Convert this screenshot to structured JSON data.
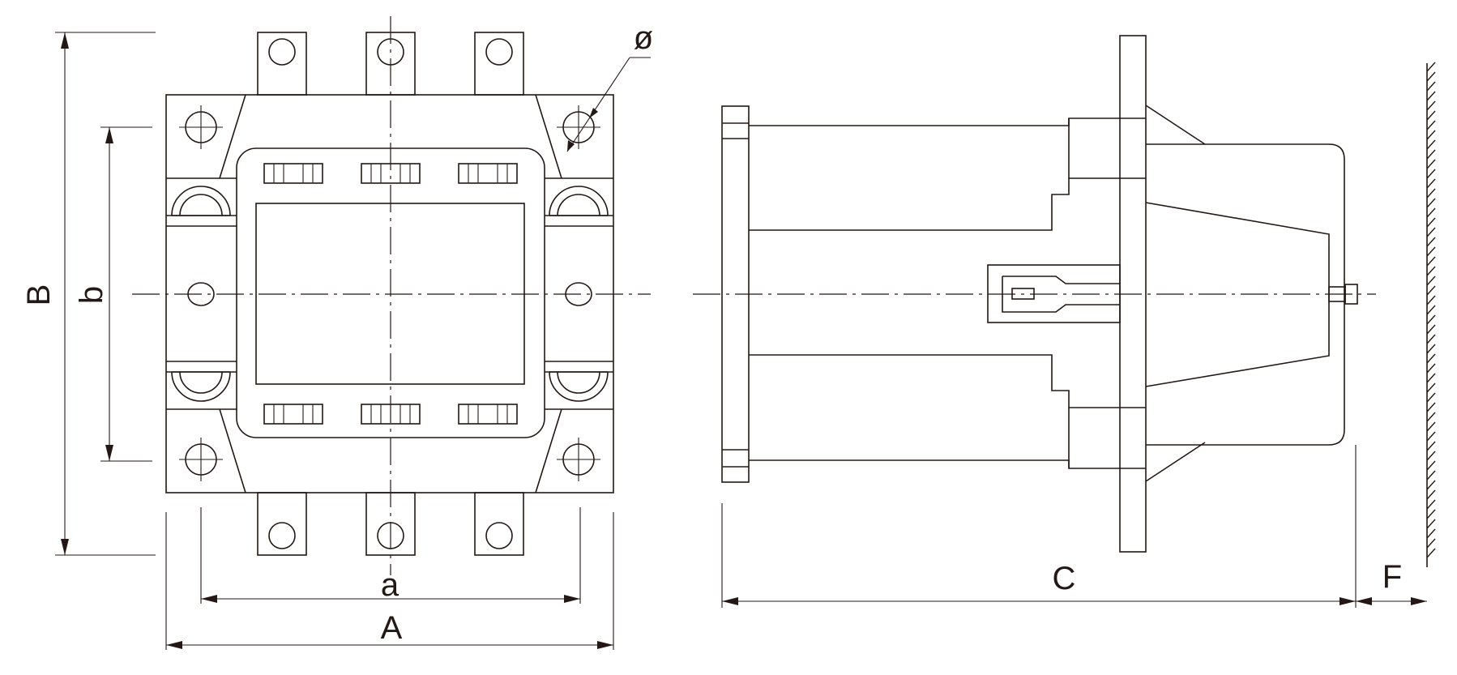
{
  "labels": {
    "dim_A": "A",
    "dim_a": "a",
    "dim_B": "B",
    "dim_b": "b",
    "dim_C": "C",
    "dim_F": "F",
    "diameter": "ø"
  },
  "colors": {
    "line": "#231815",
    "background": "#ffffff"
  }
}
